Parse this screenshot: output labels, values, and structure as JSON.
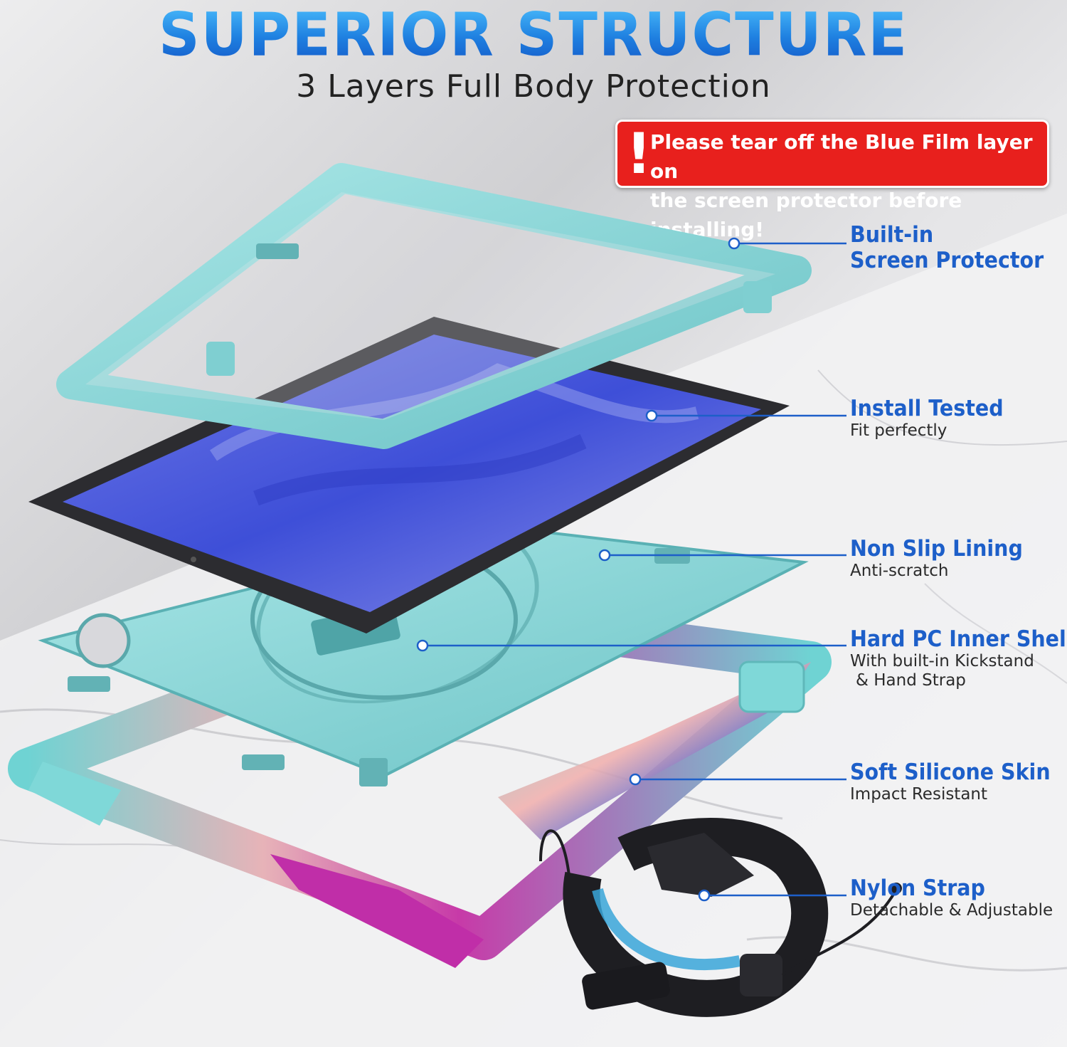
{
  "header": {
    "title": "SUPERIOR STRUCTURE",
    "subtitle": "3 Layers Full Body Protection"
  },
  "warning": {
    "line1": "Please tear off the Blue Film layer on",
    "line2": "the screen protector before installing!",
    "color": "#e8201d"
  },
  "features": [
    {
      "title": "Built-in",
      "title2": "Screen Protector"
    },
    {
      "title": "Install Tested",
      "subtitle": "Fit perfectly"
    },
    {
      "title": "Non Slip Lining",
      "subtitle": "Anti-scratch"
    },
    {
      "title": "Hard PC Inner Shell",
      "subtitle": "With built-in Kickstand",
      "subtitle2": "& Hand Strap"
    },
    {
      "title": "Soft Silicone Skin",
      "subtitle": "Impact Resistant"
    },
    {
      "title": "Nylon Strap",
      "subtitle": "Detachable & Adjustable"
    }
  ],
  "colors": {
    "accent_blue": "#1d5fc9",
    "case_mint": "#8fd6d8",
    "skin_magenta": "#c02ea8",
    "warning_red": "#e8201d"
  }
}
